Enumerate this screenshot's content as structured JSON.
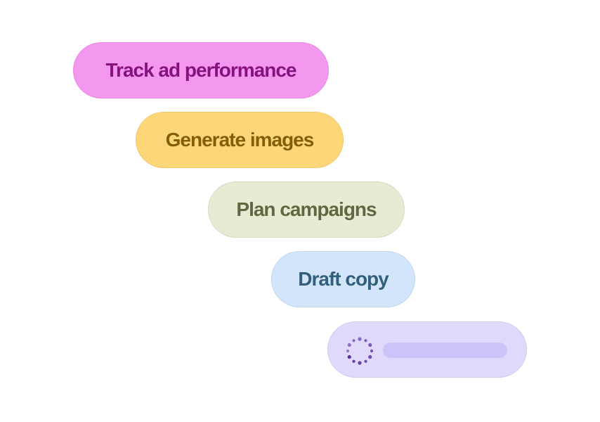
{
  "tasks": [
    {
      "label": "Track ad performance"
    },
    {
      "label": "Generate images"
    },
    {
      "label": "Plan campaigns"
    },
    {
      "label": "Draft copy"
    }
  ],
  "loading_task": {
    "icon": "loading-spinner-icon",
    "state": "loading"
  },
  "colors": {
    "pink": "#f497ef",
    "yellow": "#fdd67a",
    "olive": "#e9ead4",
    "blue": "#d2e5fb",
    "lavender": "#e0d9fb",
    "spinner": "#5a2aa0"
  }
}
